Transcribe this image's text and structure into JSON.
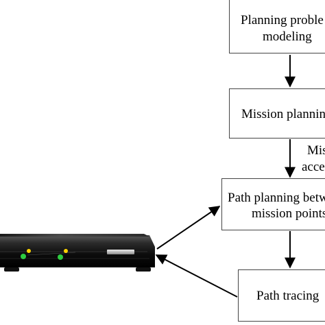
{
  "nodes": {
    "planning_modeling": {
      "line1": "Planning proble",
      "line2": "modeling"
    },
    "mission_planning": {
      "label": "Mission plannin"
    },
    "path_planning": {
      "line1": "Path planning betw",
      "line2": "mission points"
    },
    "path_tracing": {
      "label": "Path tracing"
    }
  },
  "edge_labels": {
    "mission_accel": {
      "line1": "Mis",
      "line2": "acce"
    }
  },
  "device": {
    "icon": "router-device-icon"
  },
  "colors": {
    "box_border": "#444444",
    "arrow": "#000000",
    "led_green": "#2ecc40",
    "led_yellow": "#ffd400"
  }
}
